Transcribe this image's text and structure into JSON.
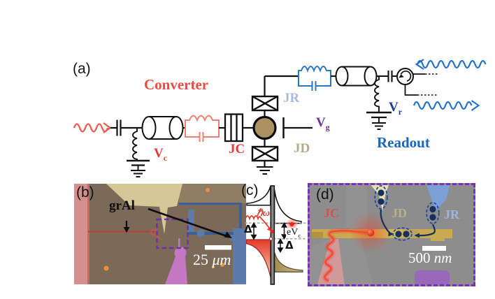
{
  "panel_a": {
    "label": "(a)",
    "converter_title": "Converter",
    "readout_title": "Readout",
    "jc": "JC",
    "jr": "JR",
    "jd": "JD",
    "vc_base": "V",
    "vc_sub": "c",
    "vg_base": "V",
    "vg_sub": "g",
    "vr_base": "V",
    "vr_sub": "r",
    "colors": {
      "converter_red": "#ed4b40",
      "readout_blue": "#1467c2",
      "jr_label": "#a9bade",
      "jd_label": "#b5ad8a",
      "jc_label": "#e23c34",
      "vg_purple": "#7030a0",
      "vr_navy": "#1a3f90",
      "island_tan": "#ab9161",
      "wavy_red": "#ee5a4f",
      "wavy_blue": "#2272cc",
      "lc_red": "#f07f72",
      "lc_blue": "#2878c0"
    }
  },
  "panel_b": {
    "label": "(b)",
    "annotation": "grAl",
    "scale_value": "25",
    "scale_unit": "μm",
    "colors": {
      "background_brown": "#7a6a57",
      "dashed_box_purple": "#7330ad"
    }
  },
  "panel_c": {
    "label": "(c)",
    "photon": "ℏω",
    "delta_left": "Δ",
    "delta_right": "Δ",
    "bias_base": "eV",
    "bias_sub": "c"
  },
  "panel_d": {
    "label": "(d)",
    "jc": "JC",
    "jd": "JD",
    "jr": "JR",
    "scale_value": "500",
    "scale_unit": "nm",
    "colors": {
      "border_purple": "#7b2fbe",
      "background_gray": "#8d8d8d",
      "island_gold": "#c9aa4f"
    }
  }
}
